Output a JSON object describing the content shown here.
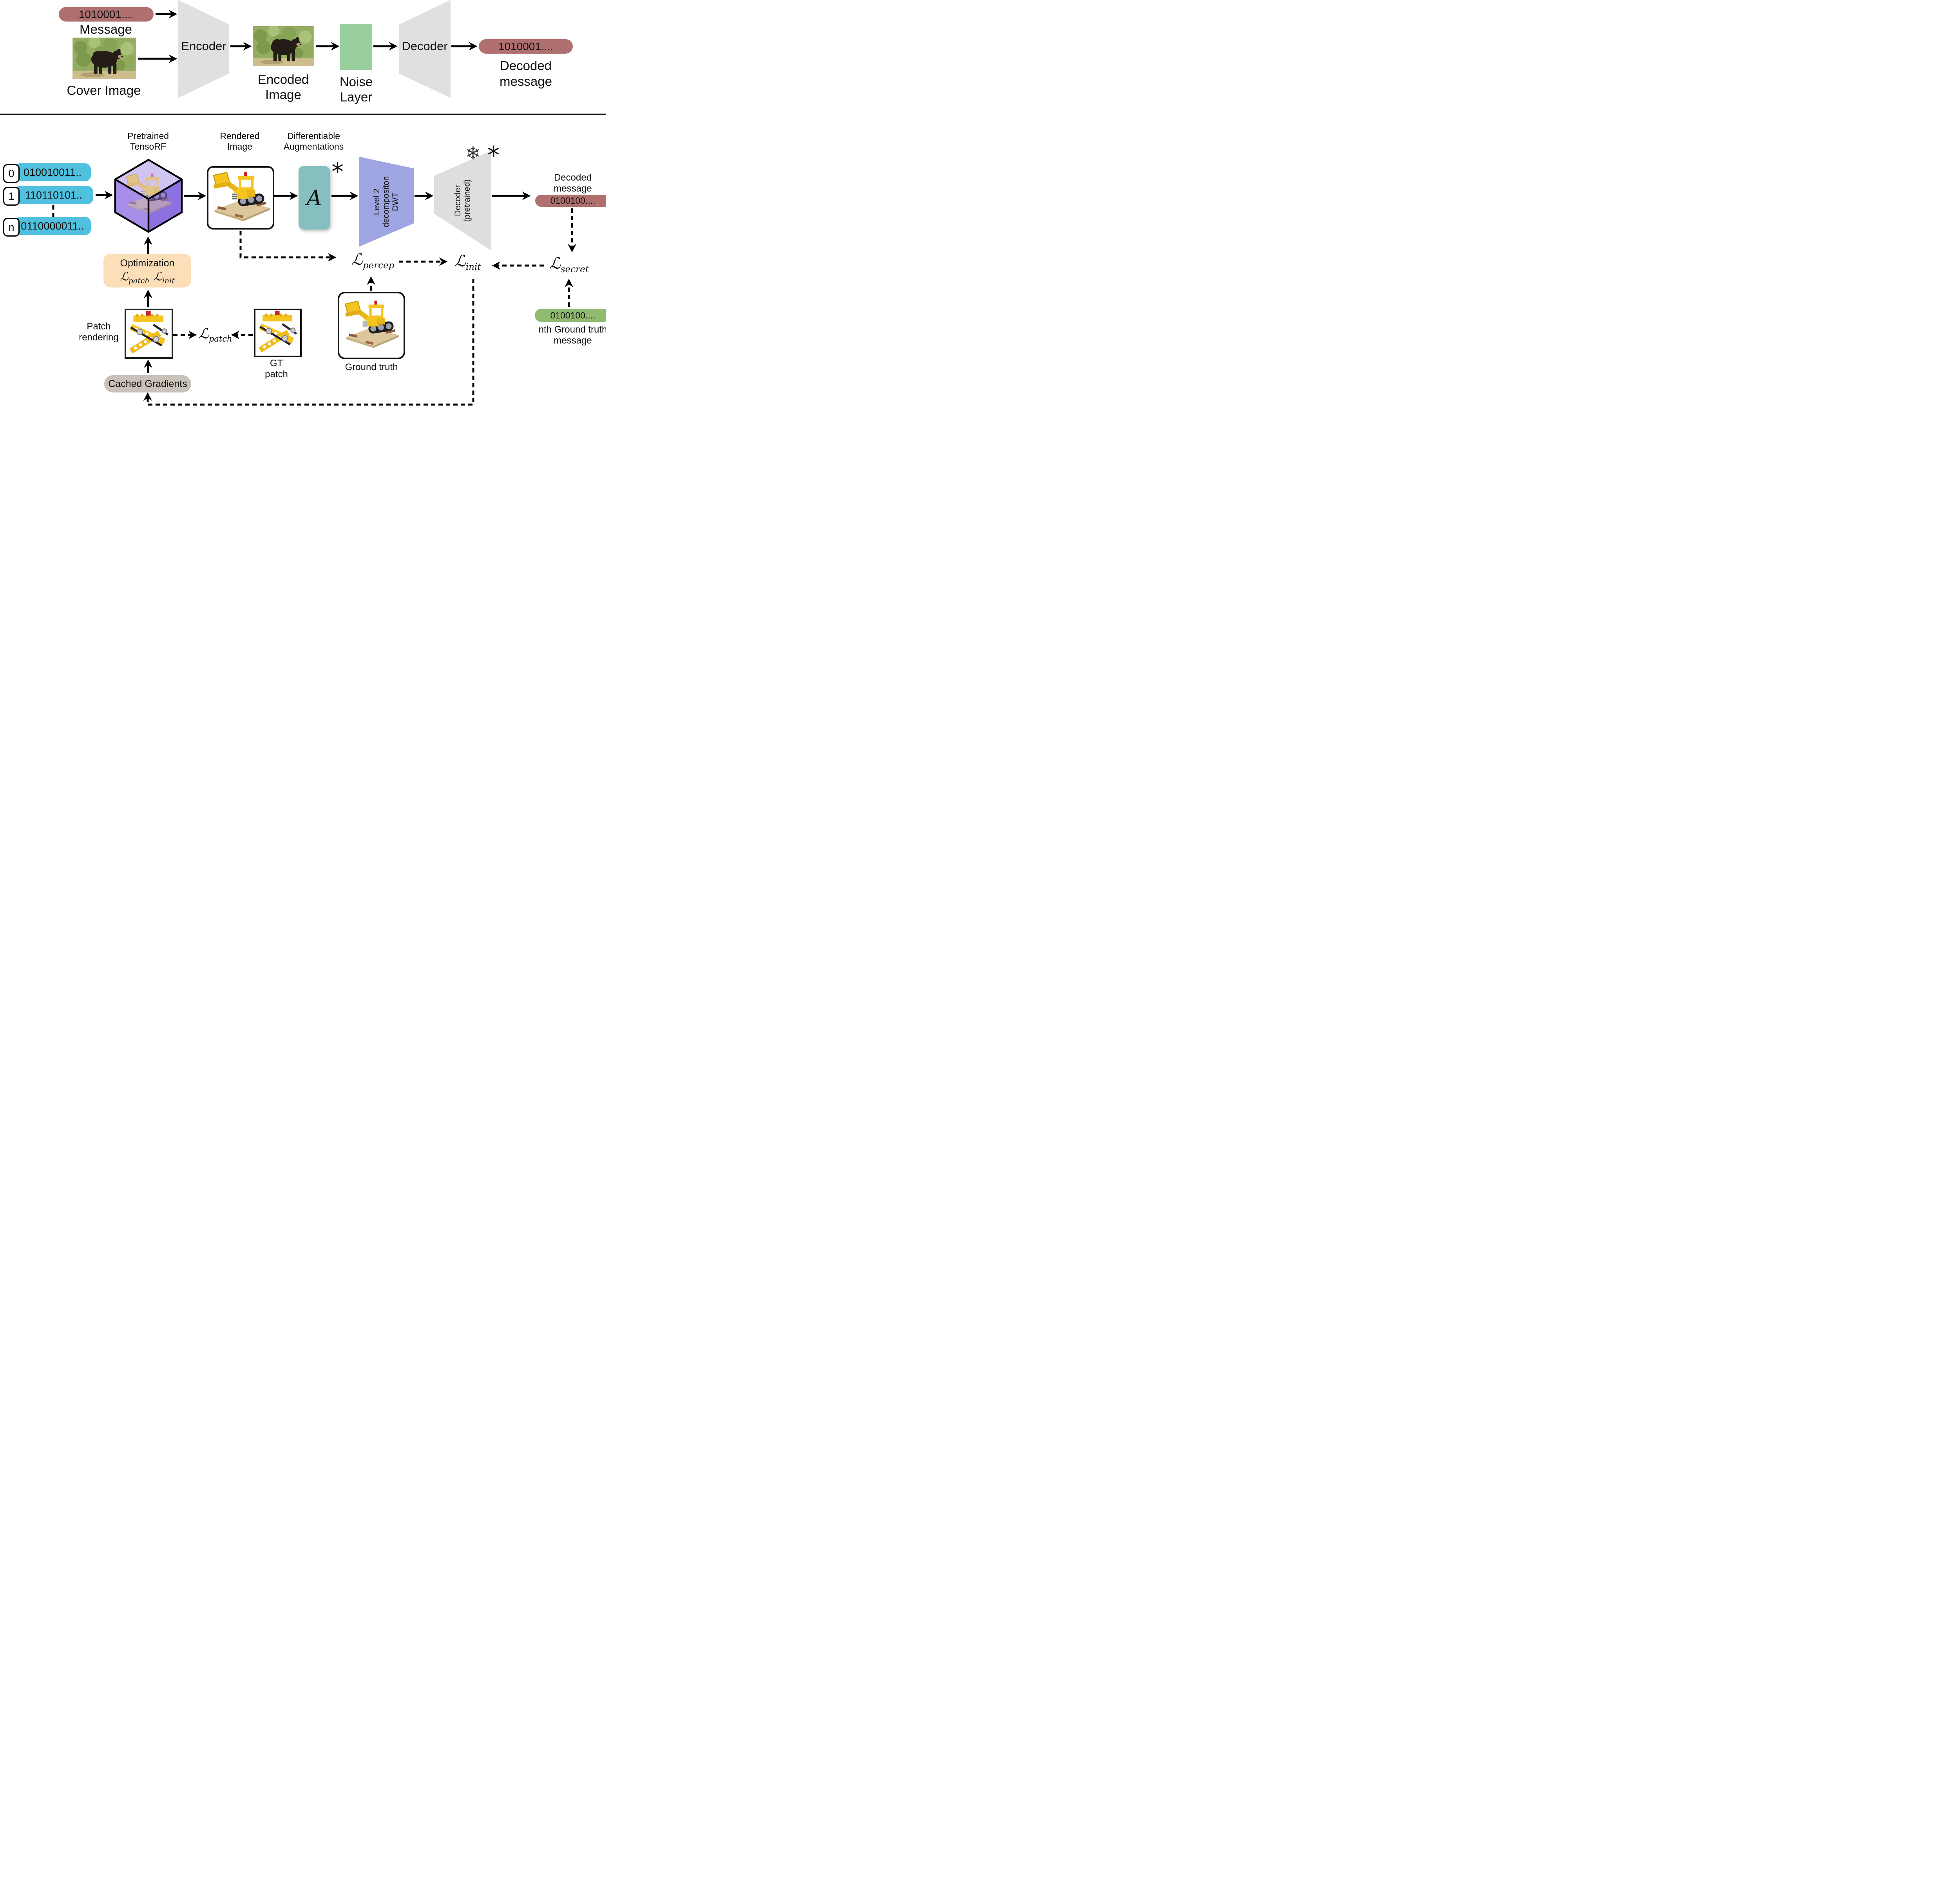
{
  "top": {
    "message_pill": "1010001....",
    "message_label": "Message",
    "cover_image_label": "Cover Image",
    "encoder_label": "Encoder",
    "encoded_image_label": "Encoded Image",
    "noise_layer_label": "Noise Layer",
    "decoder_label": "Decoder",
    "decoded_pill": "1010001....",
    "decoded_message_label": "Decoded message"
  },
  "pipeline": {
    "pretrained_tensorf_label": "Pretrained TensoRF",
    "rendered_image_label": "Rendered Image",
    "augmentations_label": "Differentiable Augmentations",
    "messages": [
      {
        "index": "0",
        "bits": "010010011.."
      },
      {
        "index": "1",
        "bits": "110110101.."
      },
      {
        "index": "n",
        "bits": "0110000011.."
      }
    ],
    "a_block_label": "A",
    "a_asterisk": "*",
    "dwt_lines": [
      "Level 2",
      "decompositon",
      "DWT"
    ],
    "decoder_lines": [
      "Decoder",
      "(pretrained)"
    ],
    "snowflake_icon": "❄",
    "decoder_asterisk": "*",
    "decoded_message_label": "Decoded message",
    "decoded_pill": "0100100....",
    "losses": {
      "script_L": "ℒ",
      "percep": "percep",
      "init": "init",
      "secret": "secret",
      "patch": "patch"
    },
    "optimization_title": "Optimization",
    "patch_rendering_label": "Patch rendering",
    "gt_patch_label": "GT patch",
    "ground_truth_label": "Ground truth",
    "cached_gradients_label": "Cached Gradients",
    "nth_pill": "0100100....",
    "nth_label": "nth Ground truth message"
  },
  "colors": {
    "message_pill": "#b17070",
    "bit_pill": "#4fc0dd",
    "noise_layer": "#99cf9e",
    "augmentation_block": "#85bfc0",
    "dwt_block": "#9fa4e2",
    "decoder_block": "#dedede",
    "cube_top": "#cfc4f2",
    "cube_left": "#a78fe9",
    "cube_right": "#8e71e1",
    "optimization_box": "#fcdeb8",
    "cached_pill": "#c9c2b8",
    "gt_message_pill": "#8fba6f"
  }
}
